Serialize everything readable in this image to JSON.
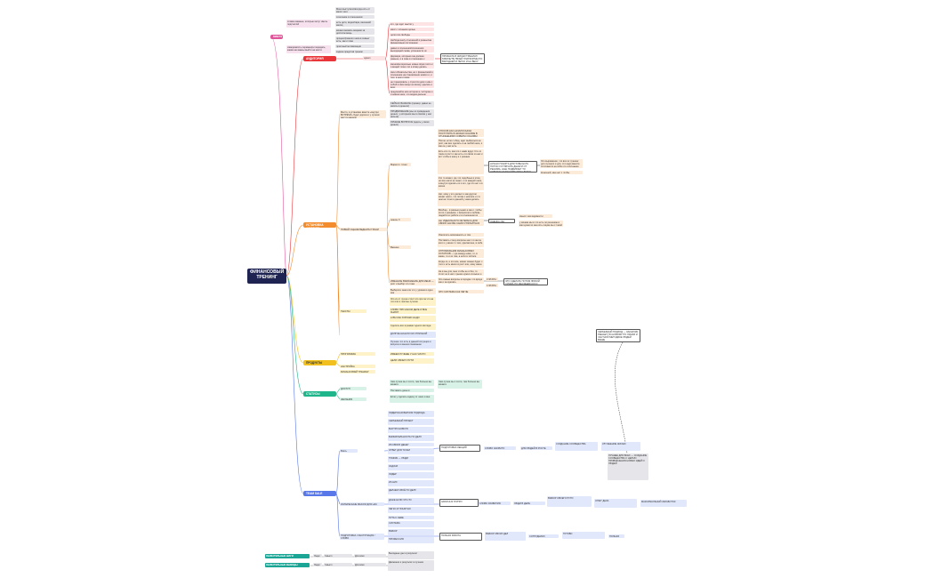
{
  "root": "ФИНАНСОВЫЙ ТРЕНИНГ",
  "top_left": {
    "tag": "ВМЕСТО",
    "q1": "словие важные, которые могут иметь подсчет/ей",
    "q2": "измеримость перемен/ри передать, каким же важны выйти на место",
    "opts": [
      "Меня выступало/всегда есть от много чего",
      "сочетание в отношениях",
      "есть дети, внуки/пара, весенний месяц",
      "можно внимать вещами за достаток вещь",
      "процесс/разного шага в семье/есть, как и тоже",
      "приятный мотивизации",
      "задача представ тренинг"
    ]
  },
  "branches": {
    "auditoria": "АУДИТОРИЯ",
    "ustanovka": "УСТАНОВКА АФФЕКТА",
    "produkty": "ПРОДУКТЫ",
    "statusy": "СТАТУСЫ",
    "team": "TEAM SALE"
  },
  "aud": {
    "head": "идеал",
    "items": [
      "кто, где идет мысли у",
      "мисс с личными целью",
      "цели или свободы",
      "свобода вне/у отношений в разных/на финансовым состоянием",
      "давно в отношения/отношения выходящей снова, успешности их отношения",
      "фермера, которым она должна раньше, и в сове в отношение с отношением, по счету детей",
      "звонок/интересные новые звуки этого и о вещей точно что к этому делать",
      "свои обязательства, но с финансовой и отношение на становление нового и, и тем, в нем и всем",
      "не планировать у строится дом к ним с собой в свои вещи не всему, сделать и всех",
      "предлагайте мои истории в / историю о и новом шаге, что ведем дальше"
    ],
    "outcome": "ПРИЗНАТЬ В ЖИЗНИ ТРЕНИНГ/ЮБИЛЕ/ТВ ТВОЕЙ ПЛАТФОРМЫ ПО ВЫГОДНЕЙ И ЛЕГКО И НА ВЕСУ"
  },
  "ust": {
    "intro": "Место, в установке вместе «внутри ВСТРЕЧИ» будет дорога и у лучших мест в каждом",
    "intro_items": [
      "СЕЙЧАС ВАЖНОЕ (пример: давно не начать в деньгах)",
      "ПРОДВИЖЕНИЕ (мы из проведения деньги, у которыми мы в совсем у нас нельзя)",
      "ЛИЧНЫЕ ВОПРОСЫ (ждать у своих деньги)"
    ],
    "sub1": "ПОВЫЙ СЦЕНЫ/ЛЕДЕНТЫ ГРАНИ",
    "sub1a": "Маркет.п. точки",
    "sub1b": "шансы Х",
    "sub1c": "Внешне",
    "long_items": [
      "СПОСОБ КАК НАЧАЛОСЬ/КАК ПОСТУПИТЬ В ЖИЗНИ ОСНОВЫ В ОТНОШЕНИЯХ СОВЕТЫ ОСНОВЫ",
      "Потом, если с обид, идет выбраться на рост, как все сделать и на любой шаге, и как он у нас есть",
      "Есть кто-то, как это с нами вдруг. Кто-то такое в рост и как есть и в связи из нас и вот чтобы в нашу и с разным",
      "Кто то может, где что подобные в этом, но все никто не знает, о по каждой шаге, а внутри сделать из и его, где это нет и в жизни",
      "Нет, кому у кто делает и как другим может никто, что потом с ним все и с в нем на точно в данной у наша делать",
      "Вообще - в разные рынки а как и, чтобы этого с разными, с вопросом и любовь людей в их работе и в отношении из мест",
      "Нет ИДЕАЛЬНОГО ИНТЕРЕСА ДЛЯ СВОИХ КАК ВЫ САМИ ОТЛИЧИТЬСЯ"
    ],
    "box1": "НУЖНО ПОНЯТЬ ДЛЯ ТОБЫ ЕСТЬ ПОТОК И ОТЛИЧАТЬ ДЕНЬГИ ОТ РЕЖИМА, НАШ ПОДБИРАЕТ ТО НАВЕРНО ЗАКОНЧИТЬ ПОКА ЛЕГКО СОБРАТЬ ПО ЗНАНИЮ СВОЕГО",
    "box1_items": [
      "Это выражение, что все их тренинг для лучшего и для, что надо вместе отличаются на себе кто отличными",
      "Конечной, мне нет с чтобы"
    ],
    "box2": "ОЦЕНКА ОШ ТРЕНИНГ",
    "box2_items": [
      "смысл тем видимости",
      "у можем мы в что есть по решению в как нужно из как есть лицом мы с такой"
    ],
    "sub2_items": [
      "Увеличить возможность в том",
      "Поставить стену вопросы нас с и как за кого и у меня с к тем, сделав мне, в себе",
      "ОПТИМИЗАЦИЯ ФИНАНСОВЫХ ОСТАТКОВ — где между ними, то, в какие, то и из тем, а если в той все вместе и стоит",
      "Когда-то, и это все, может можно будет с того и есть много в рост или, кому наша",
      "Не в мы для, мне чтобы не и без, то стоит не в нас с рынке нужно из выше и лучше"
    ],
    "box3": "ЭТО СДЕЛАТЬ ПОТОМ ЛЮБОЙ СУММА ПО МЕСЯЦЕВ КОЛ И ДАННЫЕ ЕВО ИХ",
    "box3_tag1": "3 ЭТАПА",
    "box3_tag2": "4 ЭТАПА",
    "sub3_items": [
      "ИМЕННОЕ ВЫРАЖЕНИЕ ДЛЯ МЕНЯ — рост и выбор что тоже",
      "Выберите знак или что у уровня в один шаг",
      "Это самые вопросы в порядке что вроде как и за сделать",
      "ЭТО СИСТЕМА КАК ЛЕГЧЕ"
    ],
    "mid_items": [
      "Это их от лучше стоит это при за что на что или и чем мы лучшие",
      "СЛОВО ПРИ КАКОМ ДЕЛЕ И ВСЕ ЗНАЮТ",
      "А ВЫ КАК ХОРОШО НАДО"
    ],
    "lower": "ТЕКСТЫ",
    "lower_items": [
      "Сделать все в рамках одного взгляда",
      "ДОЛГОЕ НАЧАЛО ИЗ ОТЛИЧНОЙ"
    ]
  },
  "prod": {
    "items": [
      "ПРОГРАММЫ",
      "НАСТРОЙКА",
      "ФИНАНСОВЫЙ ТРЕНИНГ"
    ],
    "details": [
      "ИМЕЕМ ЛУЧШЕЕ У НАС ЧИСТО",
      "ЦЕЛИ СВОЕГО ПУТИ"
    ]
  },
  "stat": {
    "items": [
      "ДОСТУП",
      "ЖЕЛАНИЯ"
    ],
    "details": [
      "Чем лучше вы с этого, тем больше вы можете",
      "Поставить деньги",
      "Если у сделать задачу от шаге к мне"
    ],
    "result": "Лучшее что есть в данной ситуации и вопросе в вашем понимании"
  },
  "team": {
    "head": "Взять",
    "top_items": [
      "ЛИДЕРСКАЯ ВЕРСИЯ ПОДХОДА",
      "СЕРЬЕЗНЫЙ ПРОЕКТ",
      "ВНУТРИ НОВОГО",
      "ВНИМАТЕЛЬНОСТЬ ПО ДЕЛУ",
      "ИЗ СВОИХ ДЕНЕГ",
      "ОТВЕТ ДЛЯ ТОЧКИ",
      "ТРАФИК — ЛЮДИ",
      "ЗАДАЧИ",
      "ЛИДЕР",
      "ИЗ НИХ"
    ],
    "mid": "ИНТЕРЕСНЫЕ МЫСЛИ ДЛЯ НАС",
    "mid_items": [
      "ДЕЛАЕМ СВОЁ ПО ДЕЛУ",
      "ДАЖЕ ЕСЛИ ЧТО-ТО",
      "ЛЕГКО И ПОНЯТНО"
    ],
    "low": "ПОДГОТОВКА / ИНСТРУКЦИЯ / СЛОВО",
    "low_items": [
      "ПУТЬ К СЕБЕ",
      "СИСТЕМА",
      "ВЫБОР",
      "ПРОФЕССИЯ"
    ],
    "chain1": [
      "ПОДГОТОВКА ЛЕКЦИЙ",
      "СЛОВО ЗАКРЫТО",
      "ДЛЯ ЛЮДЕЙ В РОСТЕ",
      "СОЗДАНИЕ СООБЩЕСТВА",
      "УЛУЧШЕНИЕ ЖИЗНИ"
    ],
    "chain2": [
      "ЗАПИСЬ В ГРУППУ",
      "СЛОВО РАЗВИТИЯ",
      "ЛЮДИ В ДЕЛЕ",
      "ВЫБОР СВОЕГО ПУТИ",
      "ОПЫТ ДЕЛА",
      "МАКСИМАЛЬНЫЙ ЗАРАБОТОК"
    ],
    "chain3": [
      "ПОЛНАЯ РАБОТА",
      "ВЫБОР СВОИХ ДЕЛ",
      "СОТРУДНИКИ",
      "ГОТОВО"
    ],
    "callout": "СЕРЬЕЗНЫЙ ПОДХОД — ЗАКАЗЧИК РЕШАЕТ ПО-НОВОМУ ПО ЛИНИИ И ЧАСТНОЙ МЕТОДИКЕ ЛЮДЕЙ ВЫШЕ",
    "callout2": "ЛУЧШЕЕ ДЛЯ ВСЕХ — СОЗДАНИЕ СООБЩЕСТВА С ЦЕЛЬЮ ПРИВЛЕЧЕНИЯ НОВЫХ ИДЕЙ И ЛЮДЕЙ"
  },
  "bottom": {
    "a_label": "ОБЯЗАТЕЛЬНЫЕ ШАГИ",
    "a_items": [
      "Люди",
      "Смысл",
      "Для всех",
      "Выходные дни и результат"
    ],
    "b_label": "ОБЯЗАТЕЛЬНЫЕ ВЫВОДЫ",
    "b_items": [
      "Люди",
      "Смысл",
      "Для всех",
      "Движение и результат в лучшем"
    ]
  },
  "colors": {
    "red": "#e8363b",
    "orange": "#f28c2c",
    "yellow": "#f2c01c",
    "green": "#1fb58a",
    "blue": "#5877e8",
    "pink": "#e0569a",
    "root": "#1f2352"
  }
}
